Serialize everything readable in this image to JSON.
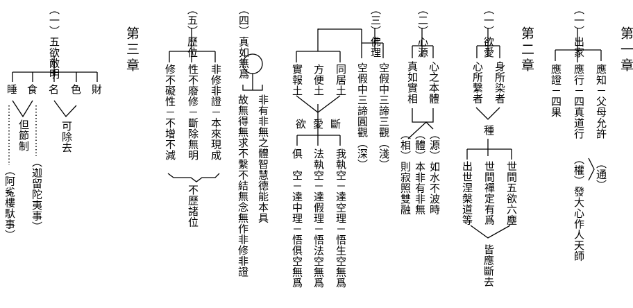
{
  "chapters": {
    "ch1": "第一章",
    "ch2": "第二章",
    "ch3": "第三章"
  },
  "sec1": {
    "head": "（一）出家",
    "a": "應知－父母允許",
    "b": "應行－四真道行",
    "c": "應證－四果",
    "d": "（通）",
    "e": "（權）發大心作人天師"
  },
  "sec2": {
    "head": "（一）欲愛",
    "a": "身所染者",
    "b": "心所繫者",
    "kind": "種",
    "c": "世間五欲六塵",
    "d": "世間禪定有爲",
    "e": "出世涅槃道等",
    "f": "皆應斷去"
  },
  "sec3": {
    "head": "（二）心源",
    "a": "心之本體",
    "b": "真如實相",
    "c": "（源）如水不波時",
    "d": "（體）本非有非無",
    "e": "（相）則寂照雙融"
  },
  "sec4": {
    "head": "（三）佛理",
    "a": "空假中三諦三觀（淺）",
    "b": "空假中三諦圓觀（深）",
    "c": "同居土",
    "d": "方便土",
    "e": "實報土",
    "f1": "欲",
    "f2": "愛",
    "f3": "斷",
    "g": "我執空－達空理－悟生空無爲",
    "h": "法執空－達假理－悟法空無爲",
    "i": "俱　空－達中理－悟俱空無爲"
  },
  "sec5": {
    "head": "（四）真如無爲",
    "a": "非有非無之體智慧德能本具",
    "b": "故無得無求不繫不結無念無作非修非證"
  },
  "sec6": {
    "head": "（五）歷位",
    "a": "非修非證－本來現成",
    "b": "性不廢修－斷除無明",
    "c": "修不礙性－不增不減",
    "d": "不歷諸位"
  },
  "sec7": {
    "head": "（一）五欲敵明",
    "s1": "睡",
    "s2": "食",
    "s3": "名",
    "s4": "色",
    "s5": "財",
    "a": "但節制",
    "b": "（迦留陀夷事）",
    "c": "（阿㝹樓馱事）",
    "d": "可除去"
  }
}
